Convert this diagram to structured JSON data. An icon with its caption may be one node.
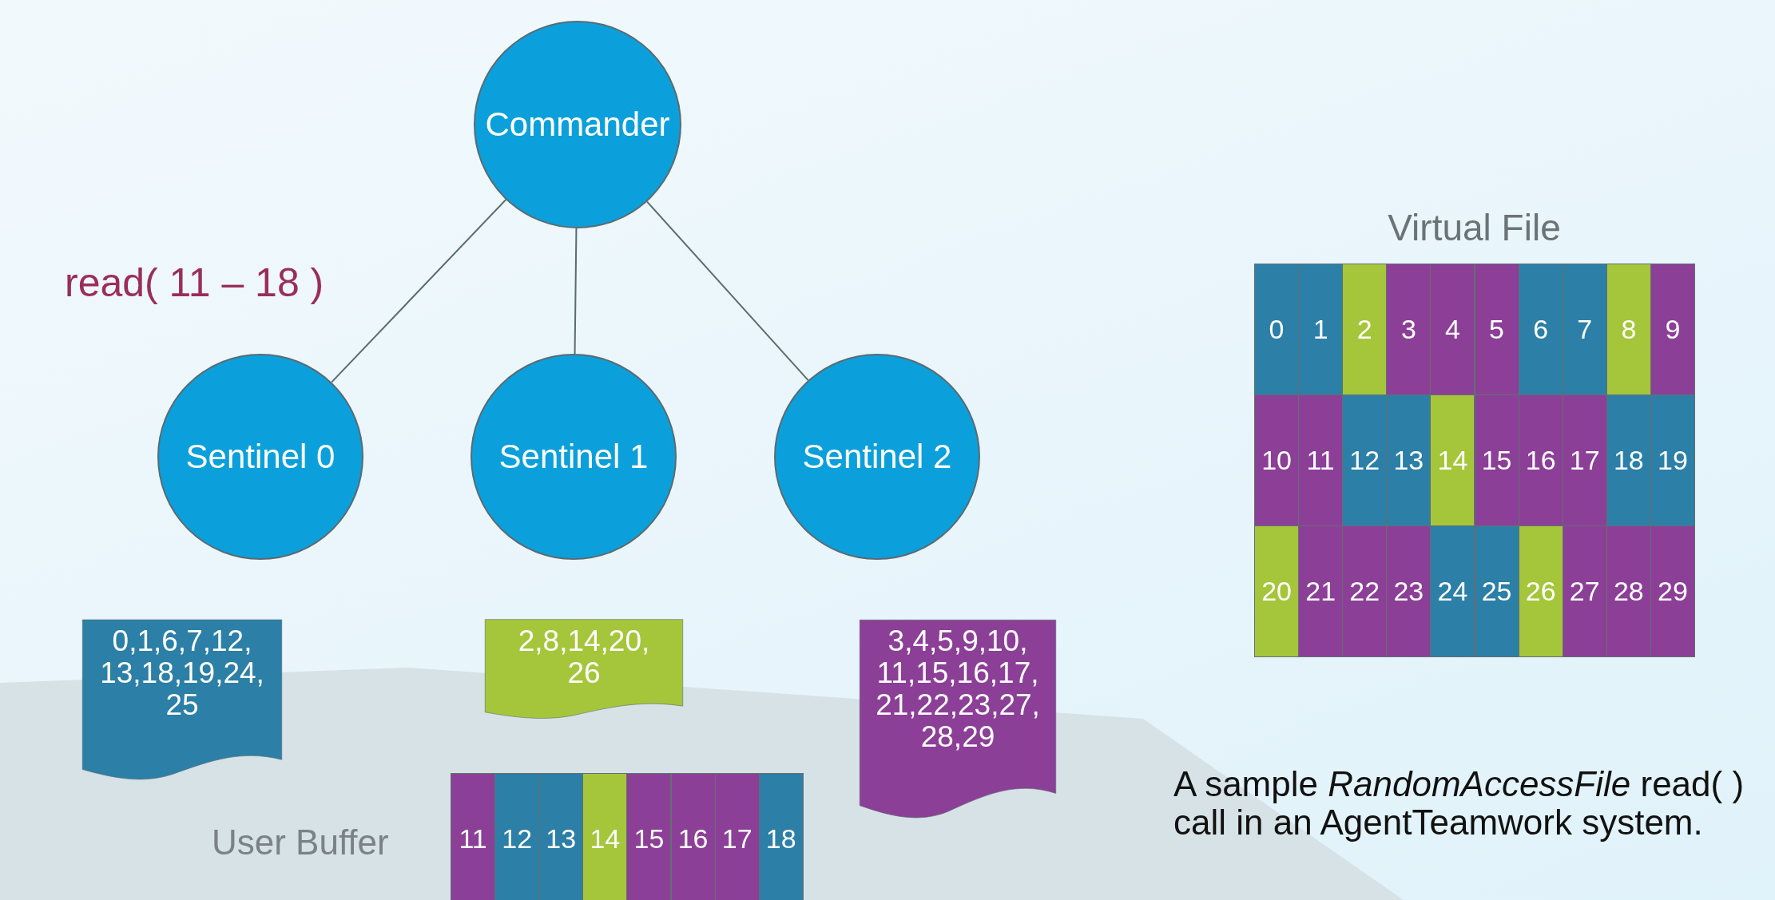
{
  "diagram": {
    "caption": "A sample *RandomAccessFile* read( ) call in an AgentTeamwork system.",
    "nodes": [
      {
        "text": [
          "Commander"
        ]
      },
      {
        "text": [
          "Sentinel 0"
        ]
      },
      {
        "text": [
          "Sentinel 1"
        ]
      },
      {
        "text": [
          "Sentinel 2"
        ]
      },
      {
        "text": [
          "0,1,6,7,12, 13,18,19,24, 25"
        ]
      },
      {
        "text": [
          "2,8,14,20, 26"
        ]
      },
      {
        "text": [
          "3,4,5,9,10, 11,15,16,17, 21,22,23,27, 28,29"
        ]
      }
    ],
    "edges": [
      {
        "from": 0,
        "to": 1,
        "arrow": "none"
      },
      {
        "from": 0,
        "to": 2,
        "arrow": "none"
      },
      {
        "from": 0,
        "to": 3,
        "arrow": "none"
      }
    ],
    "labels": [
      "read( 11 – 18 )",
      "Virtual File",
      "0",
      "1",
      "2",
      "3",
      "4",
      "5",
      "6",
      "7",
      "8",
      "9",
      "10",
      "11",
      "12",
      "13",
      "14",
      "15",
      "16",
      "17",
      "18",
      "19",
      "20",
      "21",
      "22",
      "23",
      "24",
      "25",
      "26",
      "27",
      "28",
      "29",
      "User Buffer",
      "11",
      "12",
      "13",
      "14",
      "15",
      "16",
      "17",
      "18"
    ]
  }
}
